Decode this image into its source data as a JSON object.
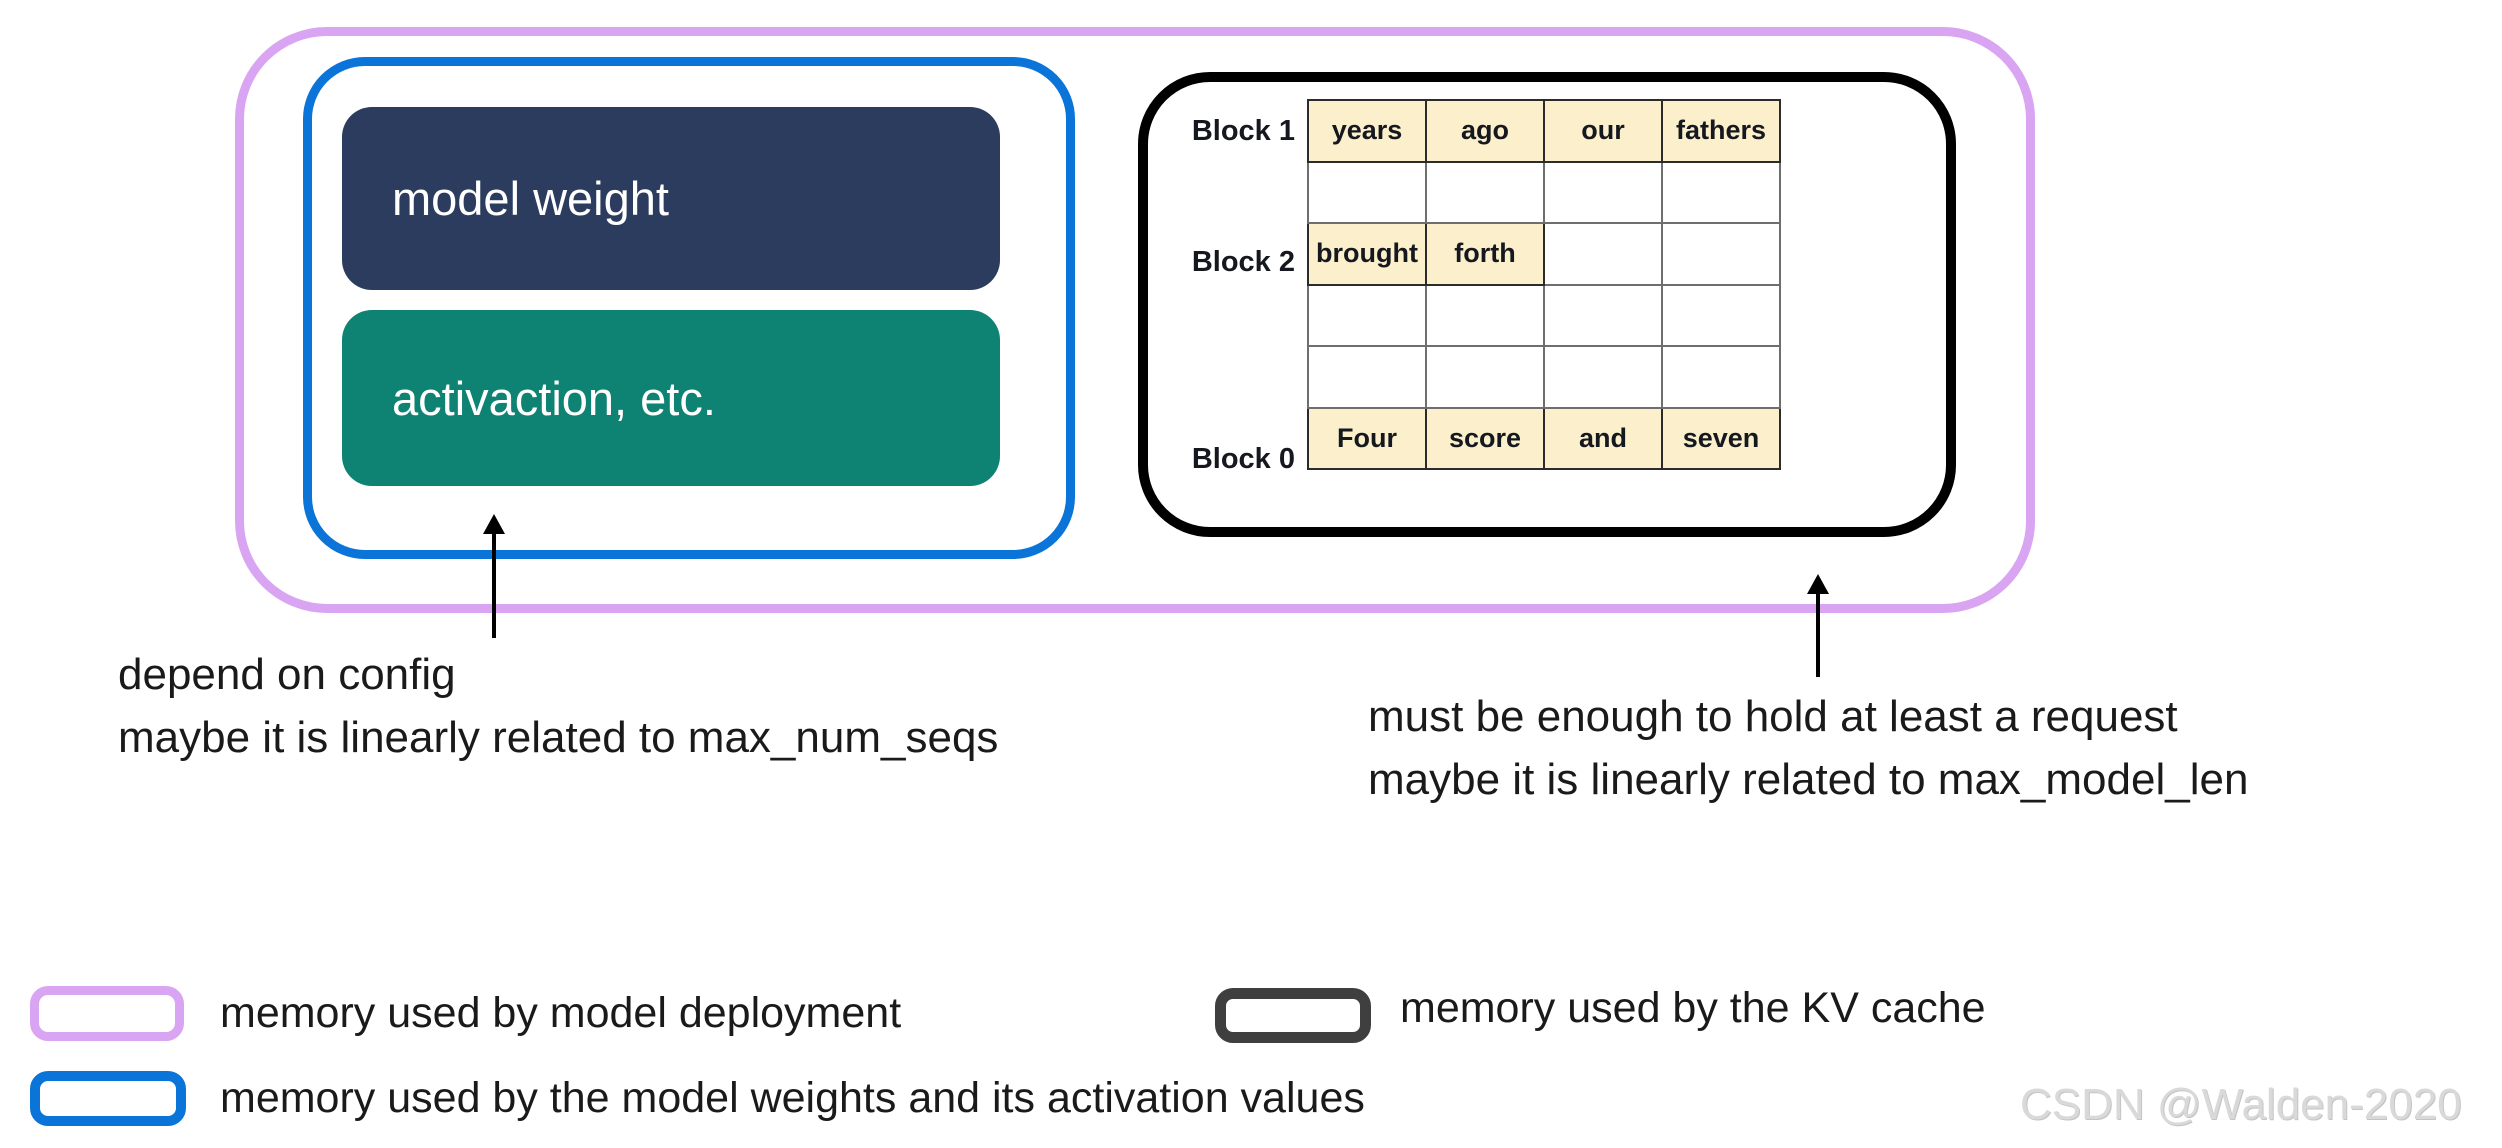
{
  "diagram": {
    "model_memory": {
      "model_weight_label": "model weight",
      "activation_label": "activaction, etc."
    },
    "kv_table": {
      "rows": [
        {
          "label": "Block 1",
          "cells": [
            "years",
            "ago",
            "our",
            "fathers"
          ]
        },
        {
          "label": "",
          "cells": [
            "",
            "",
            "",
            ""
          ]
        },
        {
          "label": "Block 2",
          "cells": [
            "brought",
            "forth",
            "",
            ""
          ]
        },
        {
          "label": "",
          "cells": [
            "",
            "",
            "",
            ""
          ]
        },
        {
          "label": "",
          "cells": [
            "",
            "",
            "",
            ""
          ]
        },
        {
          "label": "Block 0",
          "cells": [
            "Four",
            "score",
            "and",
            "seven"
          ]
        }
      ]
    },
    "annotations": {
      "left_line1": "depend on config",
      "left_line2": "maybe it is linearly related to max_num_seqs",
      "right_line1": "must be enough to hold at least a request",
      "right_line2": "maybe it is linearly related to max_model_len"
    }
  },
  "legend": {
    "deployment": "memory used by model deployment",
    "kv_cache": "memory used by the KV cache",
    "model_weights": "memory used by the model weights and its activation values"
  },
  "watermark": "CSDN @Walden-2020",
  "colors": {
    "deployment_border": "#d9a5f2",
    "model_memory_border": "#0b74d8",
    "kv_border": "#000000",
    "kv_legend_swatch": "#3f3f3f",
    "model_weight_fill": "#2b3c5f",
    "activation_fill": "#0e8273",
    "kv_cell_fill": "#fbf0cb"
  }
}
